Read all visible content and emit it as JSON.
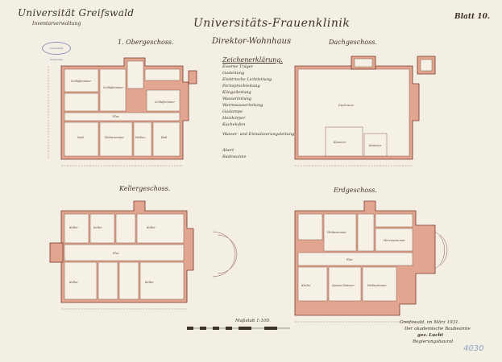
{
  "header": {
    "institution": "Universität Greifswald",
    "department": "Inventarverwaltung",
    "clinic": "Universitäts-Frauenklinik",
    "sheet": "Blatt 10."
  },
  "subtitle": "Direktor-Wohnhaus",
  "plans": {
    "first_floor": "1. Obergeschoss.",
    "attic": "Dachgeschoss.",
    "cellar": "Kellergeschoss.",
    "ground_floor": "Erdgeschoss."
  },
  "legend": {
    "title": "Zeichenerklärung.",
    "items": [
      "Eiserne Träger",
      "Gasleitung",
      "Elektrische Lichtleitung",
      "Fernsprechleitung",
      "Klingelleitung",
      "Wasserleitung",
      "Warmwasserleitung",
      "Gaslampe",
      "Heizkörper",
      "Kachelofen",
      "Wasser- und Entwässerungsleitung",
      "Abort",
      "Badewanne"
    ]
  },
  "rooms": {
    "wohnzimmer": "Wohnzimmer",
    "schlafzimmer": "Schlafzimmer",
    "flur": "Flur",
    "bad": "Bad",
    "saal": "Saal",
    "dachraum": "Dachraum",
    "kammer": "Kammer",
    "keller": "Keller",
    "speisezimmer": "Speise-Zimmer",
    "herrenzimmer": "Herrenzimmer",
    "kueche": "Küche"
  },
  "scale_label": "Maßstab 1:100.",
  "signature": {
    "line1": "Greifswald, im März 1931.",
    "line2": "Der akademische Baubeamte",
    "line3": "gez. Lucht",
    "line4": "Regierungsbaurat"
  },
  "pencil_number": "4030",
  "stamp": "Universität Greifswald"
}
